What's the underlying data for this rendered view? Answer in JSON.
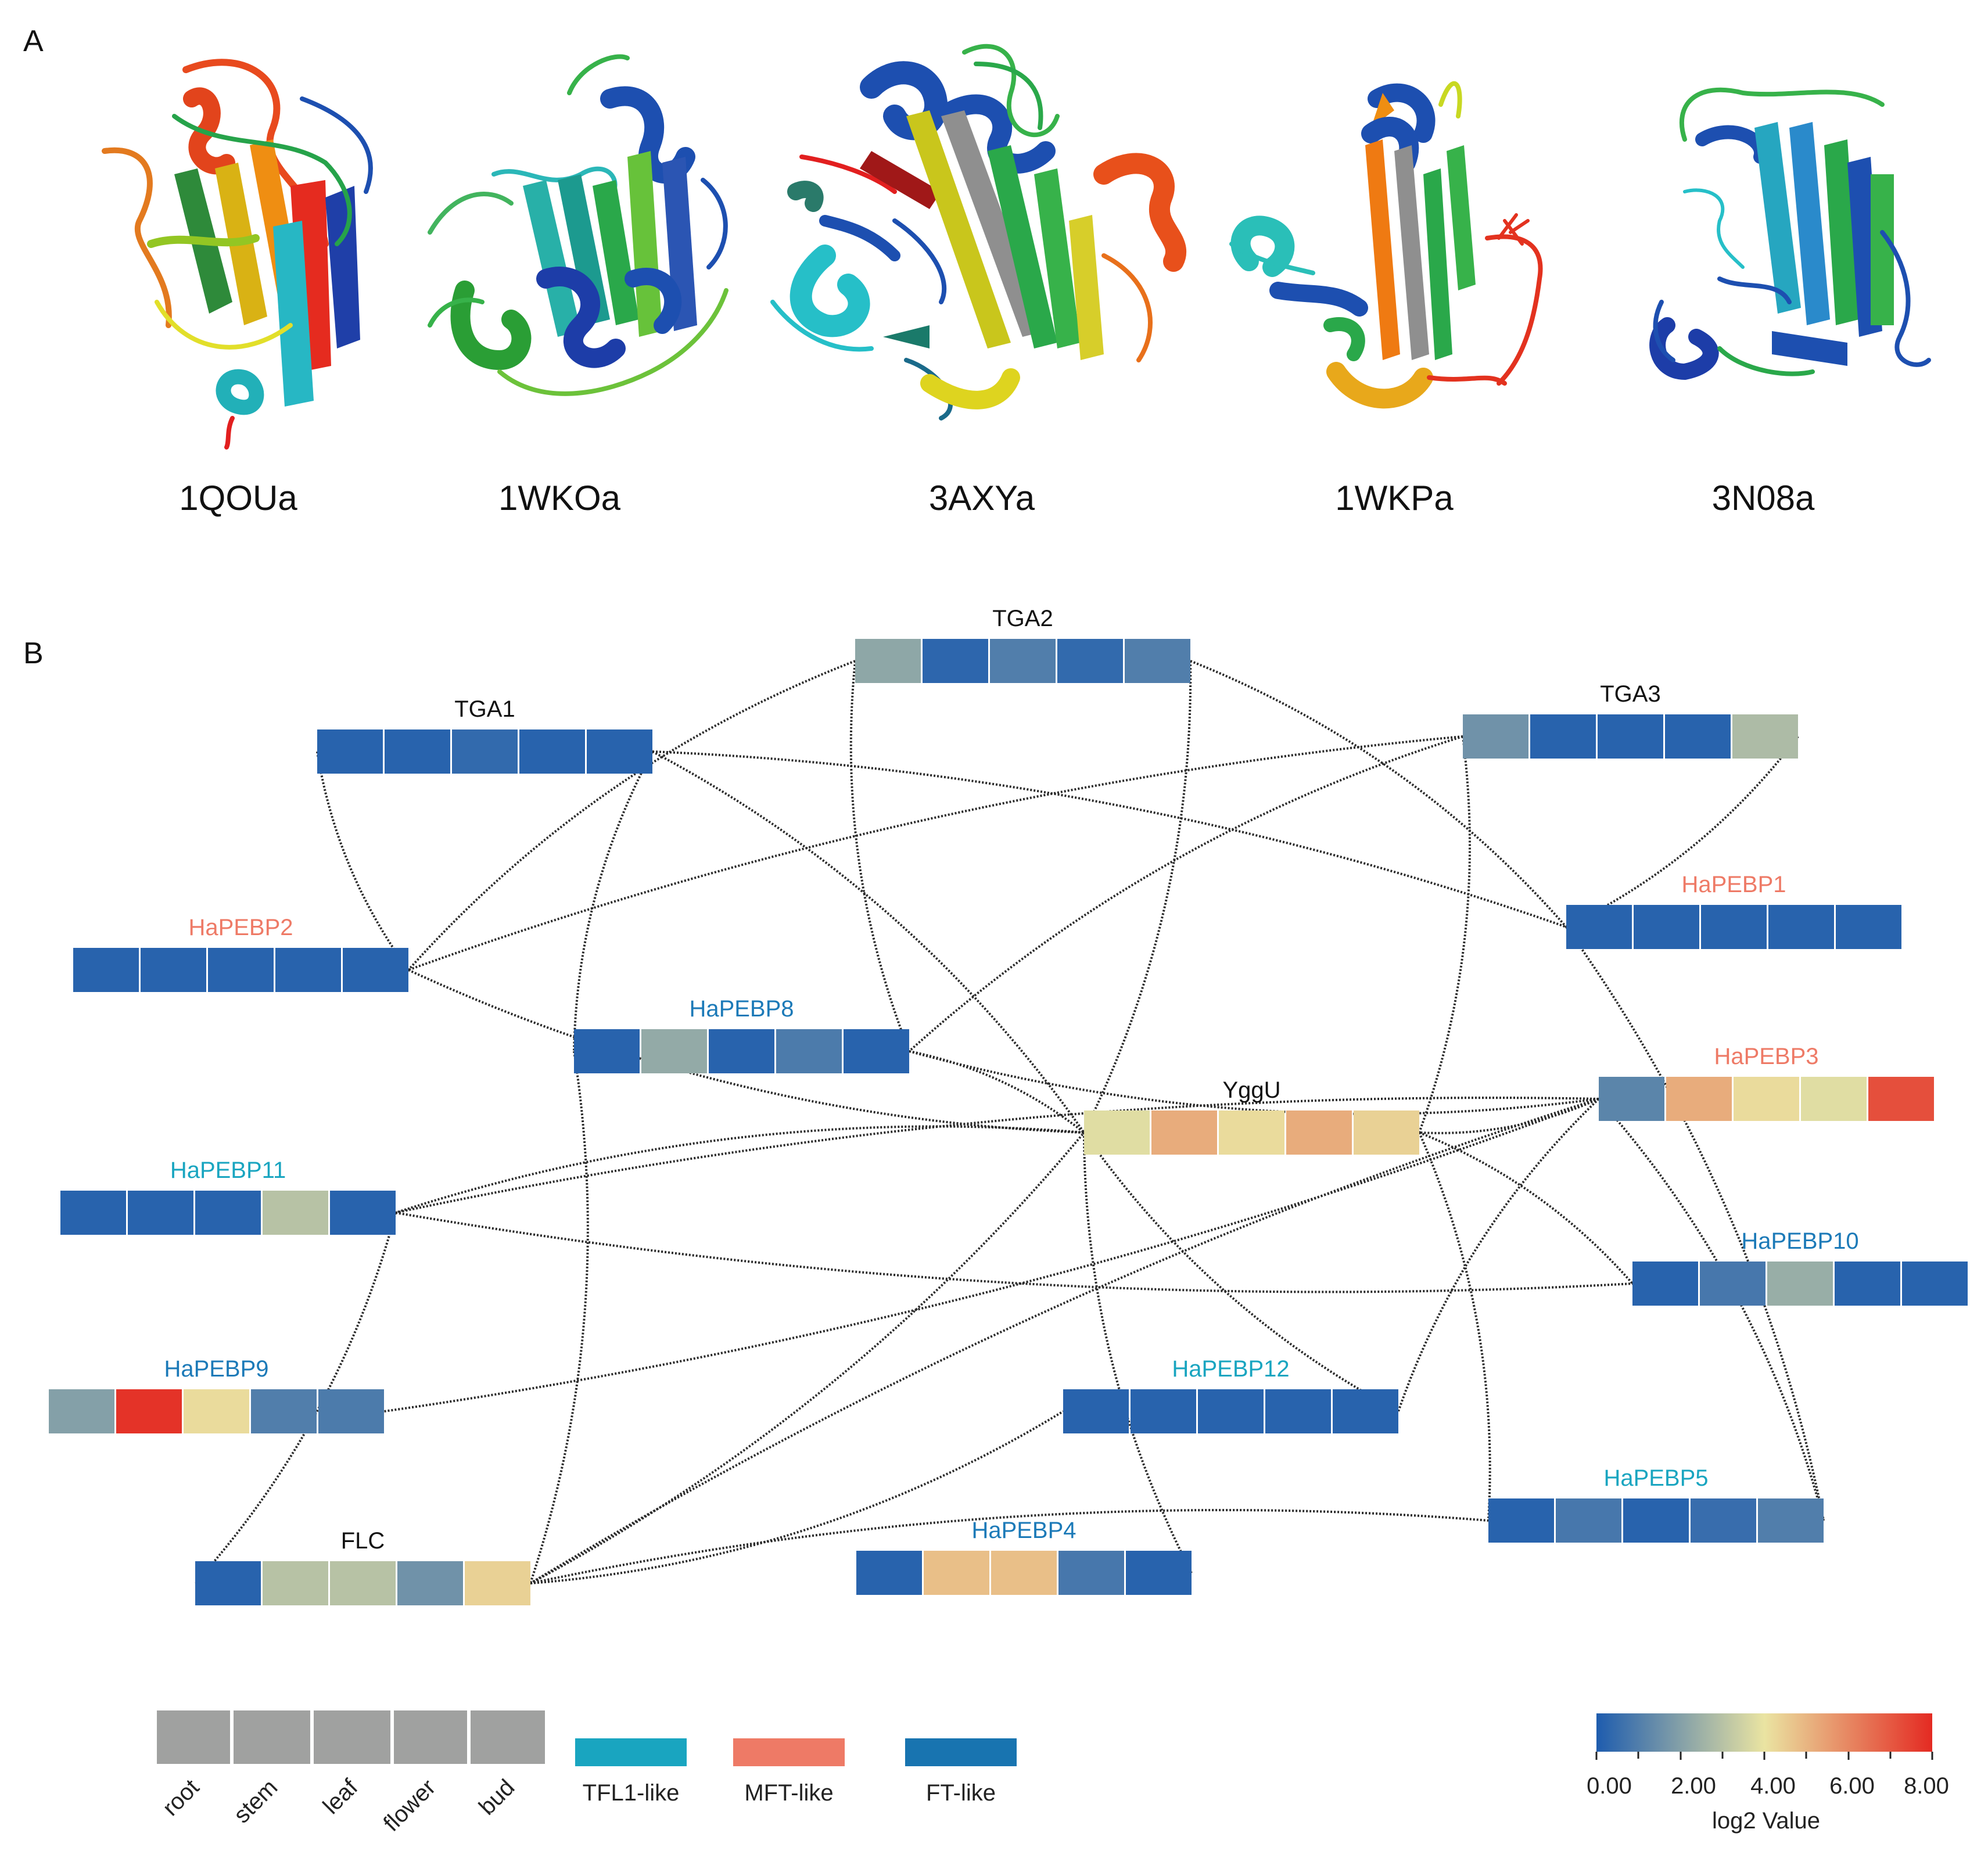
{
  "panel_a": {
    "label": "A",
    "structures": [
      {
        "name": "1QOUa"
      },
      {
        "name": "1WKOa"
      },
      {
        "name": "3AXYa"
      },
      {
        "name": "1WKPa"
      },
      {
        "name": "3N08a"
      }
    ]
  },
  "panel_b": {
    "label": "B",
    "nodes": [
      {
        "id": "TGA1",
        "label": "TGA1",
        "class": "other",
        "values": [
          0.2,
          0.2,
          0.4,
          0.2,
          0.2
        ]
      },
      {
        "id": "TGA2",
        "label": "TGA2",
        "class": "other",
        "values": [
          2.2,
          0.3,
          1.0,
          0.4,
          1.0
        ]
      },
      {
        "id": "TGA3",
        "label": "TGA3",
        "class": "other",
        "values": [
          1.6,
          0.2,
          0.2,
          0.2,
          2.8
        ]
      },
      {
        "id": "HaPEBP1",
        "label": "HaPEBP1",
        "class": "MFT-like",
        "values": [
          0.2,
          0.2,
          0.2,
          0.2,
          0.2
        ]
      },
      {
        "id": "HaPEBP2",
        "label": "HaPEBP2",
        "class": "MFT-like",
        "values": [
          0.2,
          0.2,
          0.2,
          0.2,
          0.2
        ]
      },
      {
        "id": "HaPEBP8",
        "label": "HaPEBP8",
        "class": "FT-like",
        "values": [
          0.2,
          2.3,
          0.2,
          0.9,
          0.2
        ]
      },
      {
        "id": "YggU",
        "label": "YggU",
        "class": "other",
        "values": [
          3.8,
          5.2,
          4.2,
          5.2,
          4.4
        ]
      },
      {
        "id": "HaPEBP3",
        "label": "HaPEBP3",
        "class": "MFT-like",
        "values": [
          1.2,
          5.2,
          4.2,
          3.8,
          7.2
        ]
      },
      {
        "id": "HaPEBP11",
        "label": "HaPEBP11",
        "class": "TFL1-like",
        "values": [
          0.2,
          0.2,
          0.2,
          3.0,
          0.2
        ]
      },
      {
        "id": "HaPEBP10",
        "label": "HaPEBP10",
        "class": "FT-like",
        "values": [
          0.2,
          0.8,
          2.4,
          0.2,
          0.2
        ]
      },
      {
        "id": "HaPEBP9",
        "label": "HaPEBP9",
        "class": "FT-like",
        "values": [
          2.0,
          7.8,
          4.2,
          1.0,
          0.9
        ]
      },
      {
        "id": "HaPEBP12",
        "label": "HaPEBP12",
        "class": "TFL1-like",
        "values": [
          0.2,
          0.2,
          0.2,
          0.2,
          0.2
        ]
      },
      {
        "id": "HaPEBP5",
        "label": "HaPEBP5",
        "class": "TFL1-like",
        "values": [
          0.2,
          0.8,
          0.2,
          0.5,
          1.0
        ]
      },
      {
        "id": "FLC",
        "label": "FLC",
        "class": "other",
        "values": [
          0.2,
          3.0,
          3.0,
          1.6,
          4.4
        ]
      },
      {
        "id": "HaPEBP4",
        "label": "HaPEBP4",
        "class": "FT-like",
        "values": [
          0.2,
          4.8,
          4.8,
          0.8,
          0.2
        ]
      }
    ],
    "edges": [
      [
        "TGA1",
        "HaPEBP2"
      ],
      [
        "TGA1",
        "HaPEBP1"
      ],
      [
        "TGA1",
        "HaPEBP8"
      ],
      [
        "TGA1",
        "YggU"
      ],
      [
        "TGA2",
        "HaPEBP2"
      ],
      [
        "TGA2",
        "HaPEBP1"
      ],
      [
        "TGA2",
        "HaPEBP8"
      ],
      [
        "TGA2",
        "YggU"
      ],
      [
        "TGA3",
        "HaPEBP2"
      ],
      [
        "TGA3",
        "HaPEBP1"
      ],
      [
        "TGA3",
        "HaPEBP8"
      ],
      [
        "TGA3",
        "YggU"
      ],
      [
        "HaPEBP2",
        "YggU"
      ],
      [
        "HaPEBP8",
        "YggU"
      ],
      [
        "HaPEBP8",
        "HaPEBP3"
      ],
      [
        "HaPEBP8",
        "FLC"
      ],
      [
        "YggU",
        "HaPEBP11"
      ],
      [
        "YggU",
        "HaPEBP10"
      ],
      [
        "YggU",
        "HaPEBP12"
      ],
      [
        "YggU",
        "HaPEBP5"
      ],
      [
        "YggU",
        "HaPEBP4"
      ],
      [
        "HaPEBP1",
        "HaPEBP5"
      ],
      [
        "HaPEBP3",
        "HaPEBP11"
      ],
      [
        "HaPEBP3",
        "HaPEBP9"
      ],
      [
        "HaPEBP3",
        "HaPEBP12"
      ],
      [
        "HaPEBP3",
        "HaPEBP5"
      ],
      [
        "HaPEBP3",
        "FLC"
      ],
      [
        "HaPEBP3",
        "YggU"
      ],
      [
        "HaPEBP11",
        "HaPEBP10"
      ],
      [
        "HaPEBP11",
        "FLC"
      ],
      [
        "FLC",
        "HaPEBP12"
      ],
      [
        "FLC",
        "HaPEBP5"
      ],
      [
        "FLC",
        "YggU"
      ]
    ]
  },
  "legend": {
    "tissues": [
      "root",
      "stem",
      "leaf",
      "flower",
      "bud"
    ],
    "classes": [
      {
        "label": "TFL1-like",
        "color": "#19a5c0"
      },
      {
        "label": "MFT-like",
        "color": "#ee7a66"
      },
      {
        "label": "FT-like",
        "color": "#1874b0"
      }
    ],
    "colorbar": {
      "title": "log2 Value",
      "ticks": [
        "0.00",
        "2.00",
        "4.00",
        "6.00",
        "8.00"
      ],
      "min": 0,
      "max": 8,
      "stops": [
        "#1e5cae",
        "#eae4a2",
        "#e42a22"
      ]
    }
  },
  "label_colors": {
    "other": "#111111",
    "TFL1-like": "#19a5c0",
    "MFT-like": "#ee7a66",
    "FT-like": "#1c7ab8"
  }
}
